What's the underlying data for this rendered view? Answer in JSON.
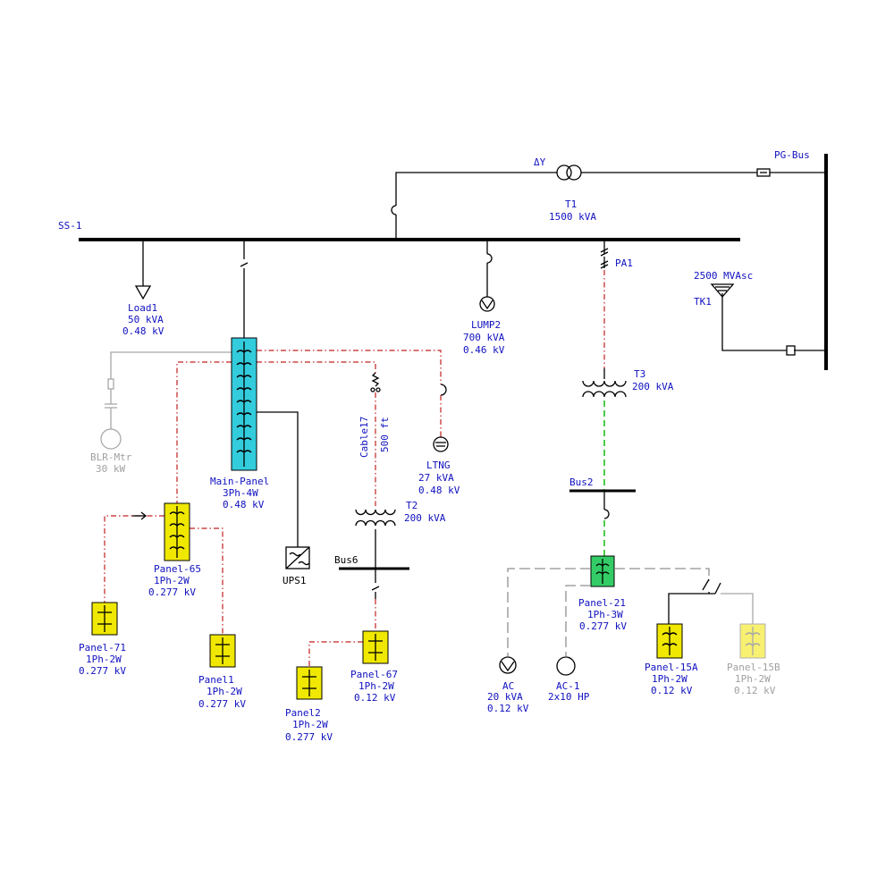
{
  "buses": {
    "ss1": "SS-1",
    "pg_bus": "PG-Bus",
    "bus2": "Bus2",
    "bus6": "Bus6"
  },
  "transformer_t1": {
    "winding": "ΔY",
    "name": "T1",
    "rating": "1500 kVA"
  },
  "utility": {
    "rating": "2500 MVAsc",
    "name": "TK1"
  },
  "load1": {
    "name": "Load1",
    "rating": "50 kVA",
    "voltage": "0.48 kV"
  },
  "lump2": {
    "name": "LUMP2",
    "rating": "700 kVA",
    "voltage": "0.46 kV"
  },
  "pa1": "PA1",
  "t3": {
    "name": "T3",
    "rating": "200 kVA"
  },
  "blr_mtr": {
    "name": "BLR-Mtr",
    "rating": "30 kW"
  },
  "main_panel": {
    "name": "Main-Panel",
    "phase": "3Ph-4W",
    "voltage": "0.48 kV"
  },
  "cable17": {
    "name": "Cable17",
    "length": "500 ft"
  },
  "ltng": {
    "name": "LTNG",
    "rating": "27 kVA",
    "voltage": "0.48 kV"
  },
  "t2": {
    "name": "T2",
    "rating": "200 kVA"
  },
  "ups1": "UPS1",
  "panel65": {
    "name": "Panel-65",
    "phase": "1Ph-2W",
    "voltage": "0.277 kV"
  },
  "panel71": {
    "name": "Panel-71",
    "phase": "1Ph-2W",
    "voltage": "0.277 kV"
  },
  "panel1": {
    "name": "Panel1",
    "phase": "1Ph-2W",
    "voltage": "0.277 kV"
  },
  "panel2": {
    "name": "Panel2",
    "phase": "1Ph-2W",
    "voltage": "0.277 kV"
  },
  "panel67": {
    "name": "Panel-67",
    "phase": "1Ph-2W",
    "voltage": "0.12 kV"
  },
  "panel21": {
    "name": "Panel-21",
    "phase": "1Ph-3W",
    "voltage": "0.277 kV"
  },
  "ac": {
    "name": "AC",
    "rating": "20 kVA",
    "voltage": "0.12 kV"
  },
  "ac1": {
    "name": "AC-1",
    "rating": "2x10 HP"
  },
  "panel15a": {
    "name": "Panel-15A",
    "phase": "1Ph-2W",
    "voltage": "0.12 kV"
  },
  "panel15b": {
    "name": "Panel-15B",
    "phase": "1Ph-2W",
    "voltage": "0.12 kV"
  },
  "colors": {
    "label": "#1010c0",
    "main_panel": "#33ccdd",
    "panel": "#f0e800",
    "panel21": "#33cc66",
    "cable_red": "#c02020",
    "cable_green": "#20c020"
  }
}
